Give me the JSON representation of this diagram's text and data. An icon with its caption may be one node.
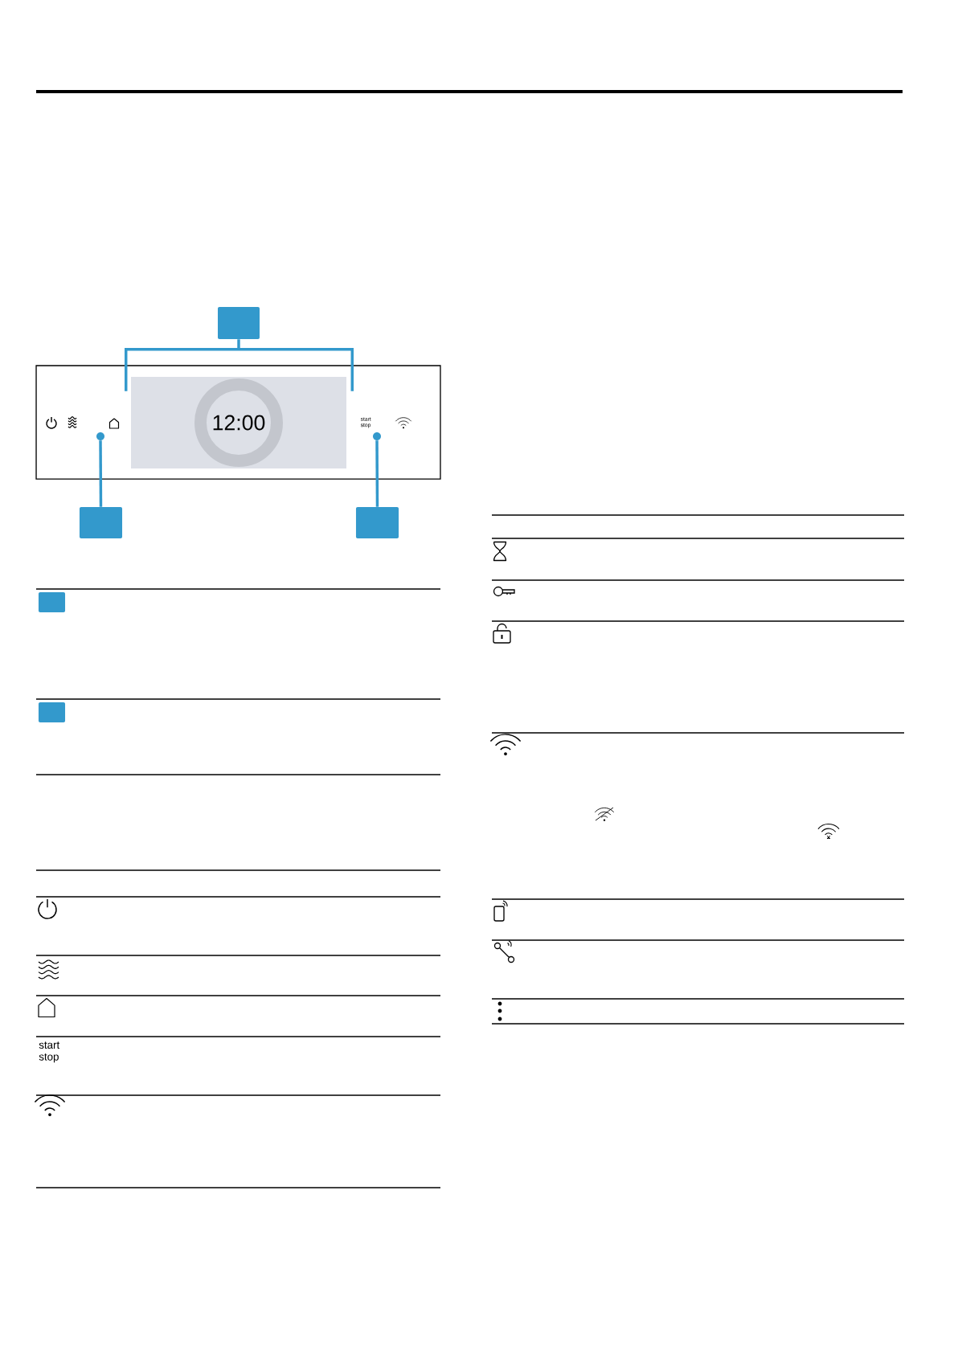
{
  "diagram": {
    "nodes": [
      {
        "text": [],
        "shape": "box"
      },
      {
        "text": [
          "start stop"
        ]
      },
      {
        "text": [
          "12:00"
        ],
        "in": 1
      },
      {
        "text": [],
        "shape": "circle",
        "in": 1
      },
      {
        "text": [],
        "shape": "circle",
        "in": 1
      },
      {
        "text": [],
        "shape": "box"
      },
      {
        "text": [],
        "shape": "box"
      },
      {
        "text": [],
        "shape": "box"
      },
      {
        "text": [],
        "shape": "box"
      }
    ],
    "edges": [
      {
        "from": 0,
        "to": 2,
        "arrow": "none"
      },
      {
        "from": 5,
        "to": 3,
        "arrow": "none"
      },
      {
        "from": 6,
        "to": 4,
        "arrow": "none"
      }
    ],
    "labels": [
      "start stop"
    ]
  }
}
